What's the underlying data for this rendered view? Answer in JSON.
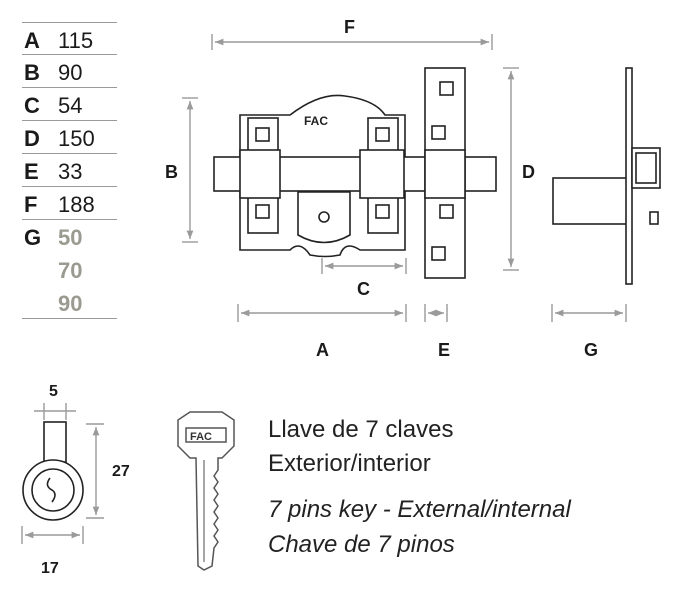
{
  "dimensions": [
    {
      "key": "A",
      "value": "115"
    },
    {
      "key": "B",
      "value": "90"
    },
    {
      "key": "C",
      "value": "54"
    },
    {
      "key": "D",
      "value": "150"
    },
    {
      "key": "E",
      "value": "33"
    },
    {
      "key": "F",
      "value": "188"
    },
    {
      "key": "G",
      "value": "50"
    }
  ],
  "g_extra": [
    "70",
    "90"
  ],
  "labels": {
    "A": "A",
    "B": "B",
    "C": "C",
    "D": "D",
    "E": "E",
    "F": "F",
    "G": "G"
  },
  "brand": "FAC",
  "cylinder": {
    "w": "5",
    "h": "27",
    "d": "17"
  },
  "description": {
    "es_line1": "Llave de 7 claves",
    "es_line2": "Exterior/interior",
    "en": "7 pins key - External/internal",
    "pt": "Chave de 7 pinos"
  }
}
